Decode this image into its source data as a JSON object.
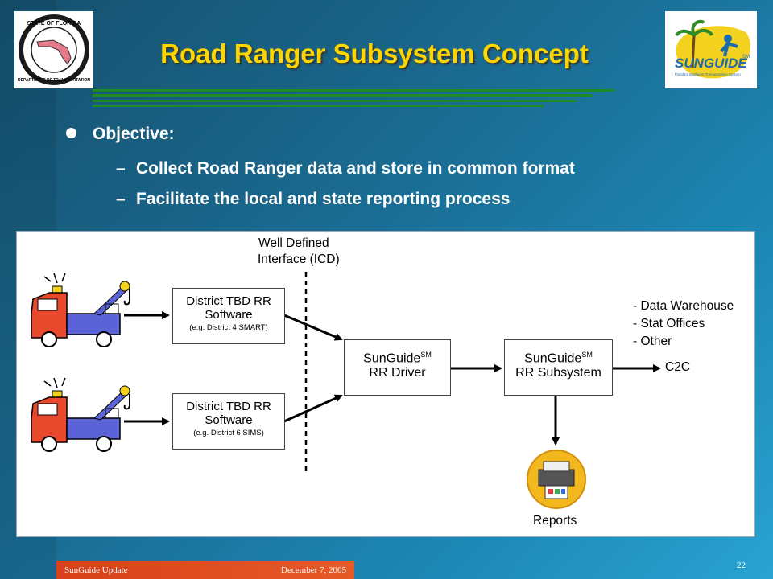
{
  "slide": {
    "title": "Road Ranger Subsystem Concept",
    "objective_label": "Objective:",
    "sub_bullets": [
      "Collect Road Ranger data and store in common format",
      "Facilitate the local and state reporting process"
    ]
  },
  "logos": {
    "fdot_text_top": "STATE OF FLORIDA",
    "fdot_text_bottom": "DEPARTMENT OF TRANSPORTATION",
    "sunguide_text": "SUNGUIDE",
    "sunguide_sm": "SM",
    "sunguide_sub": "Florida's Intelligent Transportation System"
  },
  "diagram": {
    "interface_label_1": "Well Defined",
    "interface_label_2": "Interface (ICD)",
    "box1_line1": "District TBD RR",
    "box1_line2": "Software",
    "box1_note": "(e.g. District 4 SMART)",
    "box2_line1": "District TBD RR",
    "box2_line2": "Software",
    "box2_note": "(e.g. District 6 SIMS)",
    "driver_line1": "SunGuide",
    "driver_sm": "SM",
    "driver_line2": "RR Driver",
    "subsystem_line1": "SunGuide",
    "subsystem_sm": "SM",
    "subsystem_line2": "RR Subsystem",
    "outputs": [
      "- Data Warehouse",
      "- Stat Offices",
      "- Other"
    ],
    "c2c_label": "C2C",
    "reports_label": "Reports"
  },
  "footer": {
    "left": "SunGuide Update",
    "right": "December 7, 2005",
    "page": "22"
  },
  "colors": {
    "title": "#ffd500",
    "rule": "#1e8a2a",
    "footer": "#e04a20"
  }
}
